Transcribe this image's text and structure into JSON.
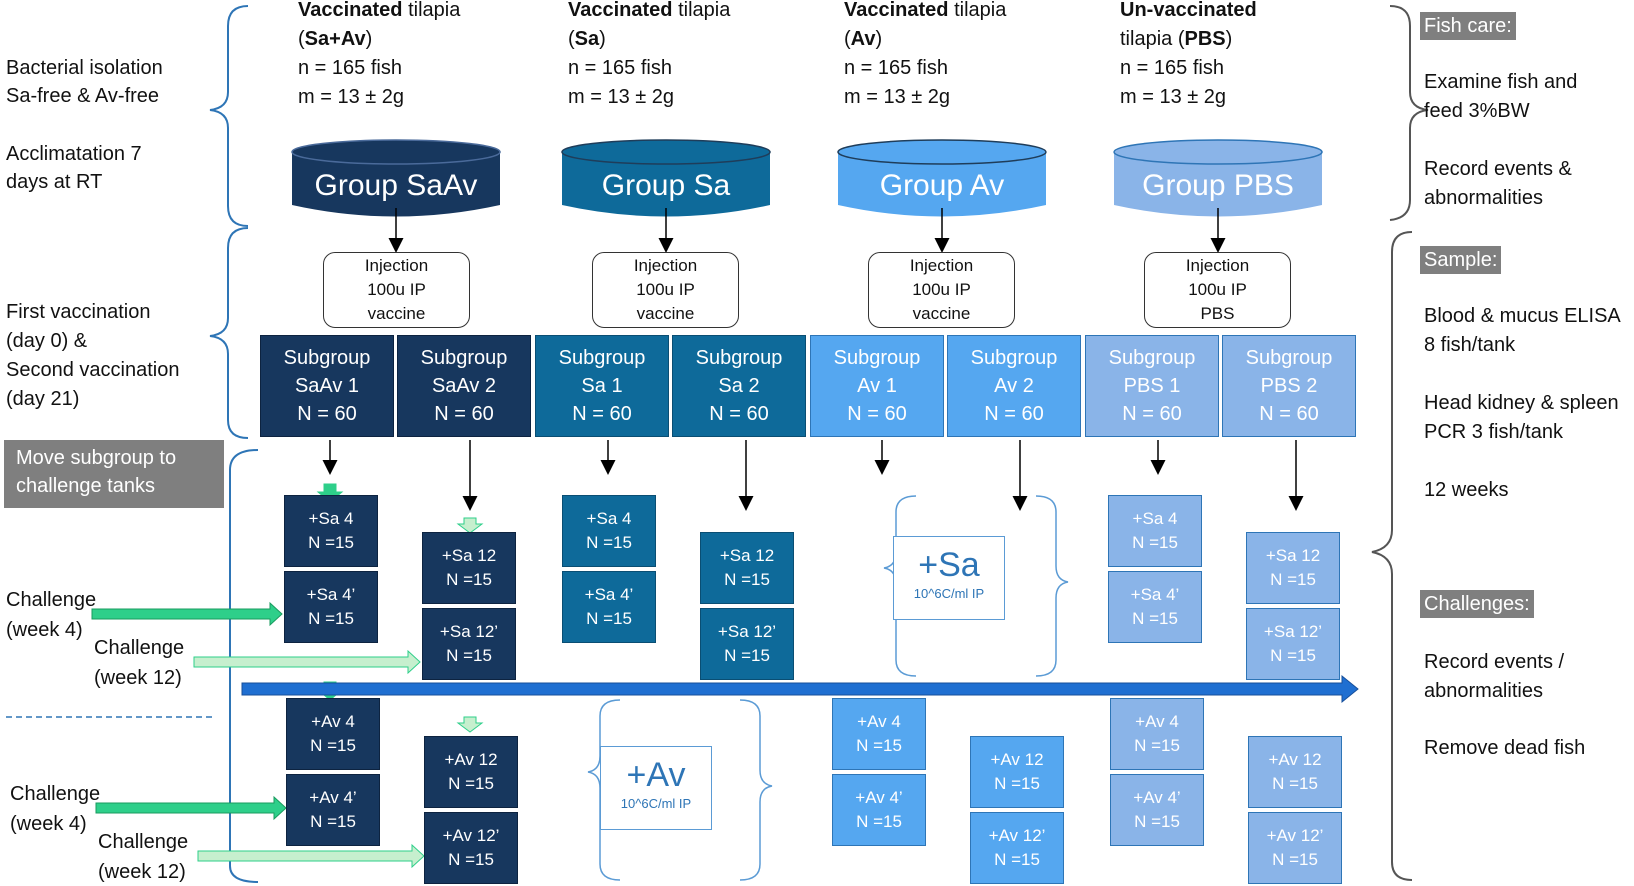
{
  "left_labels": {
    "isolation_1": "Bacterial isolation",
    "isolation_2": "Sa-free & Av-free",
    "acclim_1": "Acclimatation 7",
    "acclim_2": "days at RT",
    "first_vacc": "First vaccination",
    "day0": "(day 0) &",
    "second_vacc": "Second vaccination",
    "day21": "(day 21)",
    "move_banner": "Move subgroup to\nchallenge tanks",
    "challenge": "Challenge",
    "week4": "(week 4)",
    "week12": "(week 12)"
  },
  "groups": [
    {
      "h1_bold": "Vaccinated",
      "h1_rest": " tilapia",
      "h2_open": "(",
      "h2_bold": "Sa+Av",
      "h2_close": ")",
      "n": "n = 165 fish",
      "m": "m = 13 ± 2g",
      "tank": "Group SaAv",
      "inj": "Injection\n100u IP\nvaccine",
      "sub1": "Subgroup\nSaAv 1\nN = 60",
      "sub2": "Subgroup\nSaAv 2\nN = 60"
    },
    {
      "h1_bold": "Vaccinated",
      "h1_rest": " tilapia",
      "h2_open": "(",
      "h2_bold": "Sa",
      "h2_close": ")",
      "n": "n = 165 fish",
      "m": "m = 13 ± 2g",
      "tank": "Group Sa",
      "inj": "Injection\n100u IP\nvaccine",
      "sub1": "Subgroup\nSa 1\nN = 60",
      "sub2": "Subgroup\nSa 2\nN = 60"
    },
    {
      "h1_bold": "Vaccinated",
      "h1_rest": " tilapia",
      "h2_open": "(",
      "h2_bold": "Av",
      "h2_close": ")",
      "n": "n = 165 fish",
      "m": "m = 13 ± 2g",
      "tank": "Group Av",
      "inj": "Injection\n100u IP\nvaccine",
      "sub1": "Subgroup\nAv 1\nN = 60",
      "sub2": "Subgroup\nAv 2\nN = 60"
    },
    {
      "h1_bold": "Un-vaccinated",
      "h1_rest": "",
      "h2_open": "tilapia (",
      "h2_bold": "PBS",
      "h2_close": ")",
      "n": "n = 165 fish",
      "m": "m = 13 ± 2g",
      "tank": "Group PBS",
      "inj": "Injection\n100u IP\nPBS",
      "sub1": "Subgroup\nPBS 1\nN = 60",
      "sub2": "Subgroup\nPBS  2\nN = 60"
    }
  ],
  "challenges": {
    "sa4": "+Sa 4\nN =15",
    "sa4p": "+Sa 4’\nN =15",
    "sa12": "+Sa 12\nN =15",
    "sa12p": "+Sa 12’\nN =15",
    "av4": "+Av 4\nN =15",
    "av4p": "+Av 4’\nN =15",
    "av12": "+Av 12\nN =15",
    "av12p": "+Av 12’\nN =15"
  },
  "pathogens": {
    "sa_big": "+Sa",
    "sa_small": "10^6C/ml IP",
    "av_big": "+Av",
    "av_small": "10^6C/ml IP"
  },
  "right_panel": {
    "fish_care_tag": "Fish care:",
    "fc1": "Examine fish and",
    "fc2": "feed 3%BW",
    "fc3": "Record events &",
    "fc4": "abnormalities",
    "sample_tag": "Sample:",
    "s1": "Blood & mucus ELISA",
    "s2": "8 fish/tank",
    "s3": "Head kidney & spleen",
    "s4": "PCR  3 fish/tank",
    "s5": "12 weeks",
    "challenges_tag": "Challenges:",
    "c1": "Record events /",
    "c2": "abnormalities",
    "c3": "Remove dead fish"
  },
  "colors": {
    "saav": "#17375e",
    "sa": "#0e6a9a",
    "av": "#55a7f0",
    "pbs": "#8ab4e8",
    "bracket": "#2e75b6",
    "arrow_green": "#2ecf8a",
    "arrow_lightgreen": "#c6efce"
  }
}
